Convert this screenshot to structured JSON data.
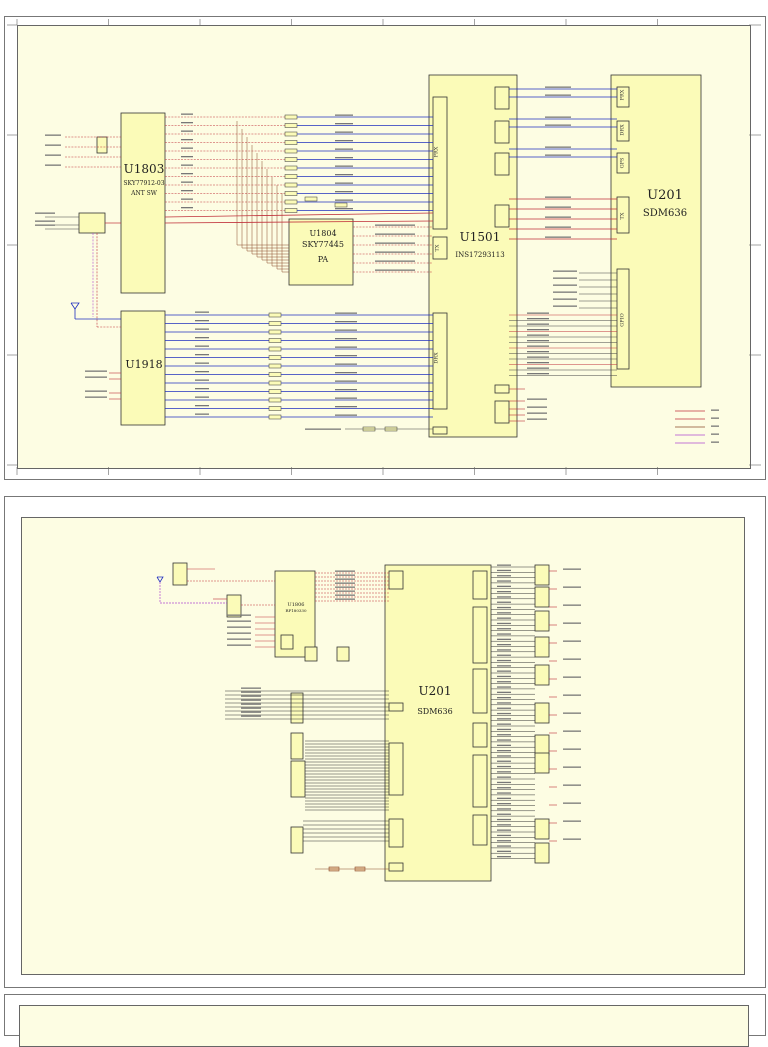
{
  "sheet1": {
    "components": {
      "u1803": {
        "ref": "U1803",
        "part": "SKY77912-03",
        "func": "ANT SW"
      },
      "u1804": {
        "ref": "U1804",
        "part": "SKY77445",
        "func": "PA"
      },
      "u1501": {
        "ref": "U1501",
        "part": "INS17293113"
      },
      "u201": {
        "ref": "U201",
        "part": "SDM636"
      },
      "u1918": {
        "ref": "U1918"
      }
    },
    "u1501_ports": [
      "PRX",
      "TX",
      "DRX"
    ],
    "u201_ports": [
      "PRX",
      "DRX",
      "GPS",
      "TX",
      "GPIO"
    ]
  },
  "sheet2": {
    "components": {
      "u201": {
        "ref": "U201",
        "part": "SDM636"
      },
      "u1806": {
        "ref": "U1806",
        "part": "RF180330"
      }
    }
  },
  "colors": {
    "paper": "#fdfde3",
    "box": "#fbfbb8",
    "signal_blue": "#1f2fbf",
    "signal_red": "#c0303a",
    "signal_brown": "#8b4a2a",
    "signal_magenta": "#b04ad0"
  }
}
